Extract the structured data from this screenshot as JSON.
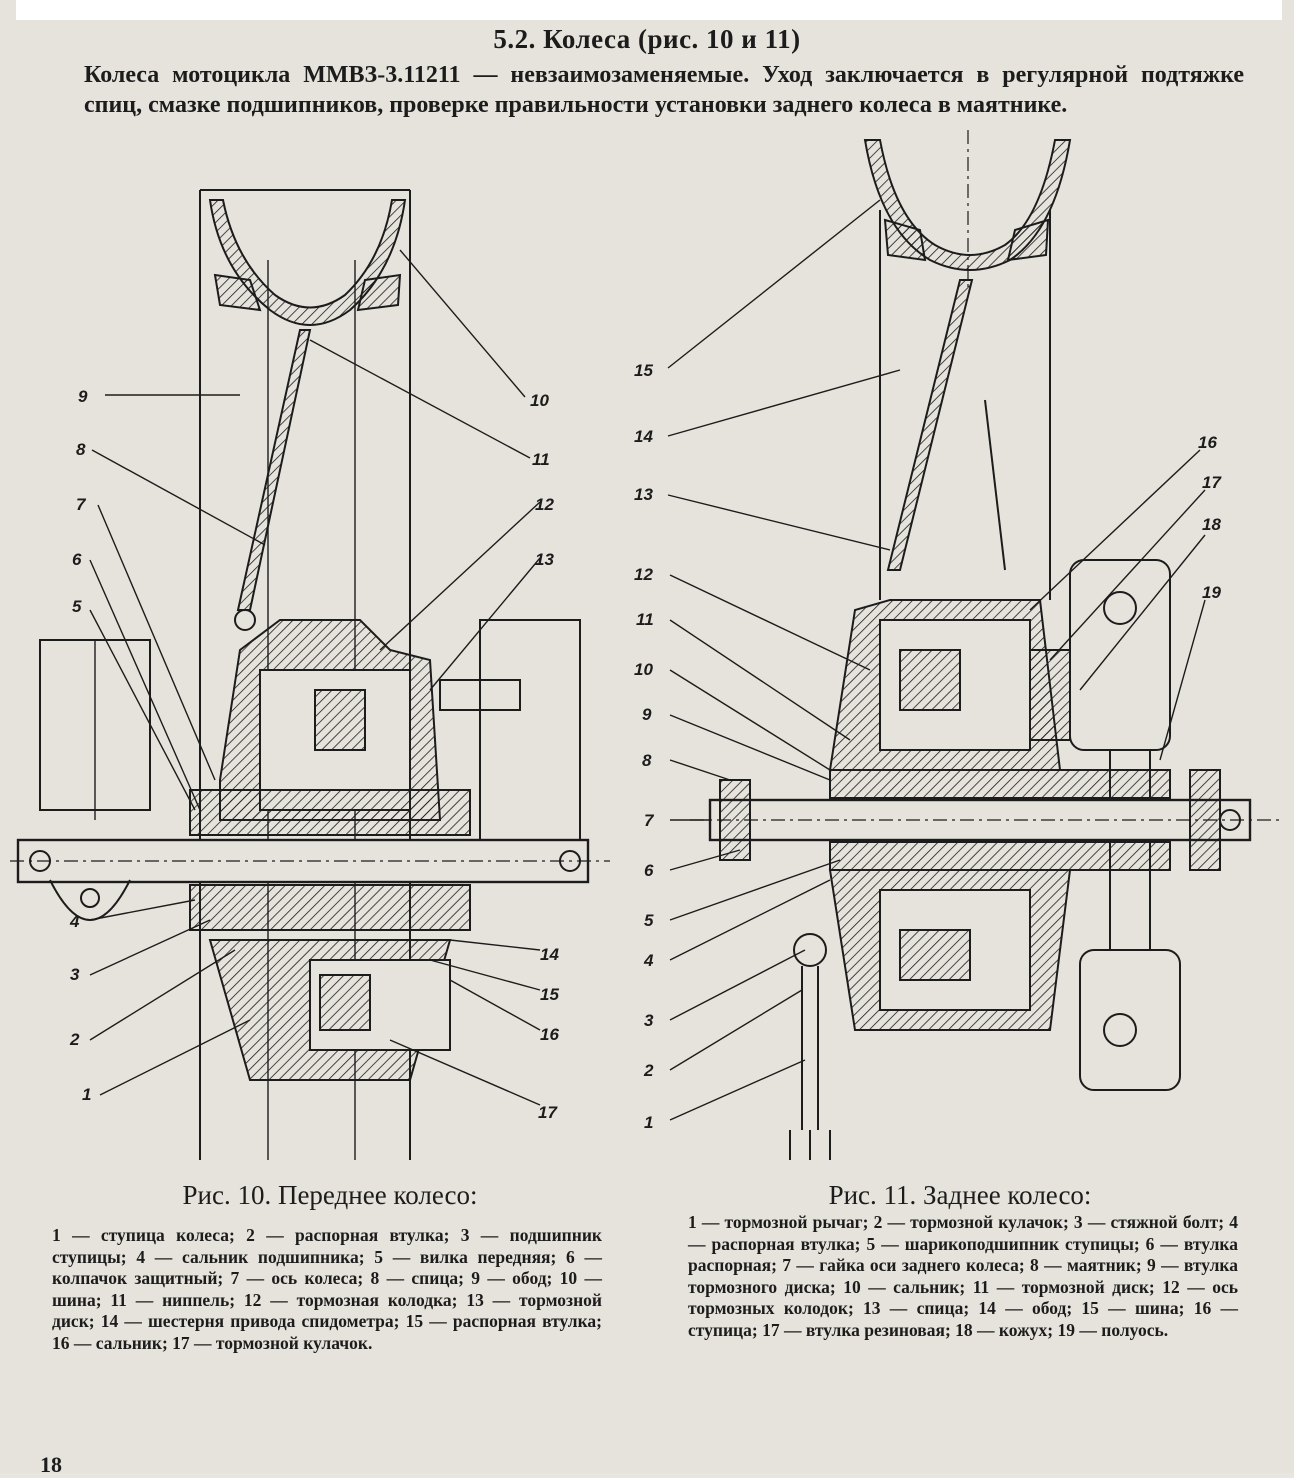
{
  "section": {
    "heading": "5.2. Колеса (рис. 10 и 11)"
  },
  "intro": {
    "text": "Колеса мотоцикла ММВЗ-3.11211 — невзаимозаменяемые. Уход заключается в регулярной подтяжке спиц, смазке подшипников, проверке правильности установки заднего колеса в маятнике."
  },
  "figure10": {
    "caption": "Рис. 10. Переднее колесо:",
    "callouts": [
      "1",
      "2",
      "3",
      "4",
      "5",
      "6",
      "7",
      "8",
      "9",
      "10",
      "11",
      "12",
      "13",
      "14",
      "15",
      "16",
      "17"
    ],
    "legend": "1 — ступица колеса; 2 — распорная втулка; 3 — подшипник ступицы; 4 — сальник подшипника; 5 — вилка передняя; 6 — колпачок защитный; 7 — ось колеса; 8 — спица; 9 — обод; 10 — шина; 11 — ниппель; 12 — тормозная колодка; 13 — тормозной диск; 14 — шестерня привода спидометра; 15 — распорная втулка; 16 — сальник; 17 — тормозной кулачок."
  },
  "figure11": {
    "caption": "Рис. 11. Заднее колесо:",
    "callouts": [
      "1",
      "2",
      "3",
      "4",
      "5",
      "6",
      "7",
      "8",
      "9",
      "10",
      "11",
      "12",
      "13",
      "14",
      "15",
      "16",
      "17",
      "18",
      "19"
    ],
    "legend": "1 — тормозной рычаг; 2 — тормозной кулачок; 3 — стяжной болт; 4 — распорная втулка; 5 — шарикоподшипник ступицы; 6 — втулка распорная; 7 — гайка оси заднего колеса; 8 — маятник; 9 — втулка тормозного диска; 10 — сальник; 11 — тормозной диск; 12 — ось тормозных колодок; 13 — спица; 14 — обод; 15 — шина; 16 — ступица; 17 — втулка резиновая; 18 — кожух; 19 — полуось."
  },
  "page_number": "18"
}
